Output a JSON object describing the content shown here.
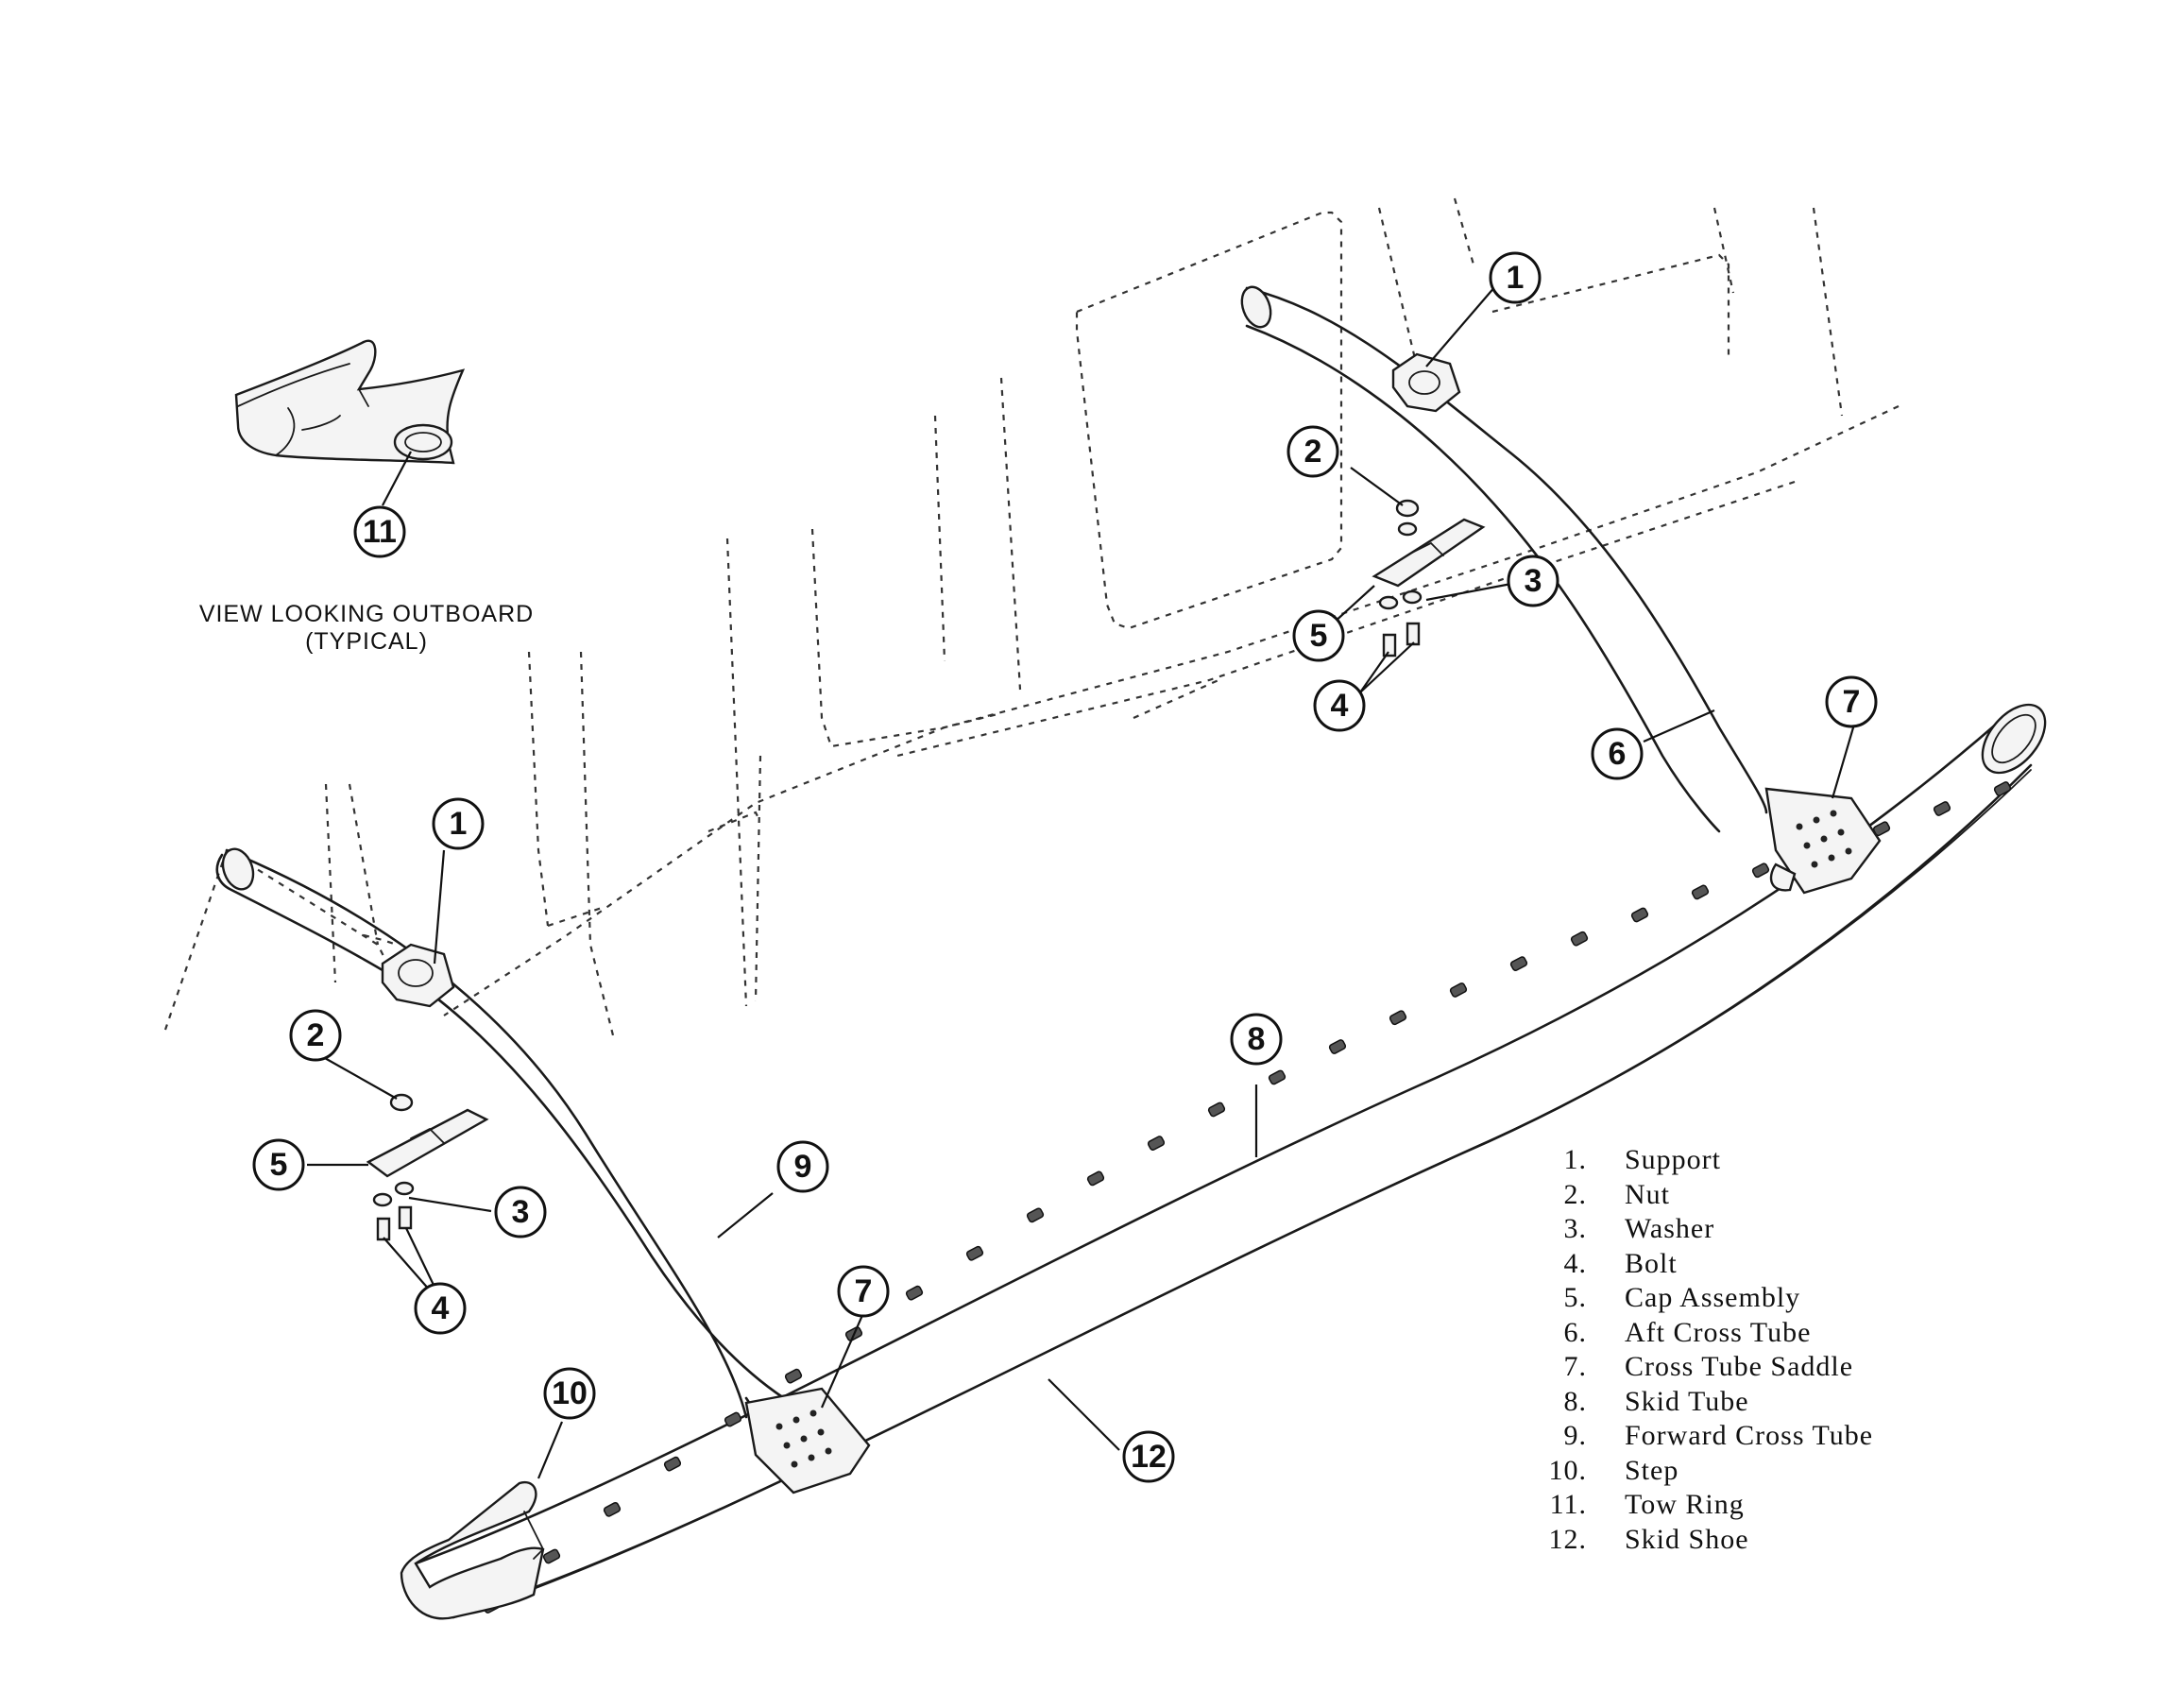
{
  "inset": {
    "caption_line1": "VIEW LOOKING OUTBOARD",
    "caption_line2": "(TYPICAL)"
  },
  "callouts": {
    "c1": "1",
    "c2": "2",
    "c3": "3",
    "c4": "4",
    "c5": "5",
    "c6": "6",
    "c7": "7",
    "c8": "8",
    "c9": "9",
    "c10": "10",
    "c11": "11",
    "c12": "12"
  },
  "legend": [
    {
      "num": "1.",
      "name": "Support"
    },
    {
      "num": "2.",
      "name": "Nut"
    },
    {
      "num": "3.",
      "name": "Washer"
    },
    {
      "num": "4.",
      "name": "Bolt"
    },
    {
      "num": "5.",
      "name": "Cap Assembly"
    },
    {
      "num": "6.",
      "name": "Aft Cross Tube"
    },
    {
      "num": "7.",
      "name": "Cross Tube Saddle"
    },
    {
      "num": "8.",
      "name": "Skid Tube"
    },
    {
      "num": "9.",
      "name": "Forward Cross Tube"
    },
    {
      "num": "10.",
      "name": "Step"
    },
    {
      "num": "11.",
      "name": "Tow Ring"
    },
    {
      "num": "12.",
      "name": "Skid Shoe"
    }
  ]
}
